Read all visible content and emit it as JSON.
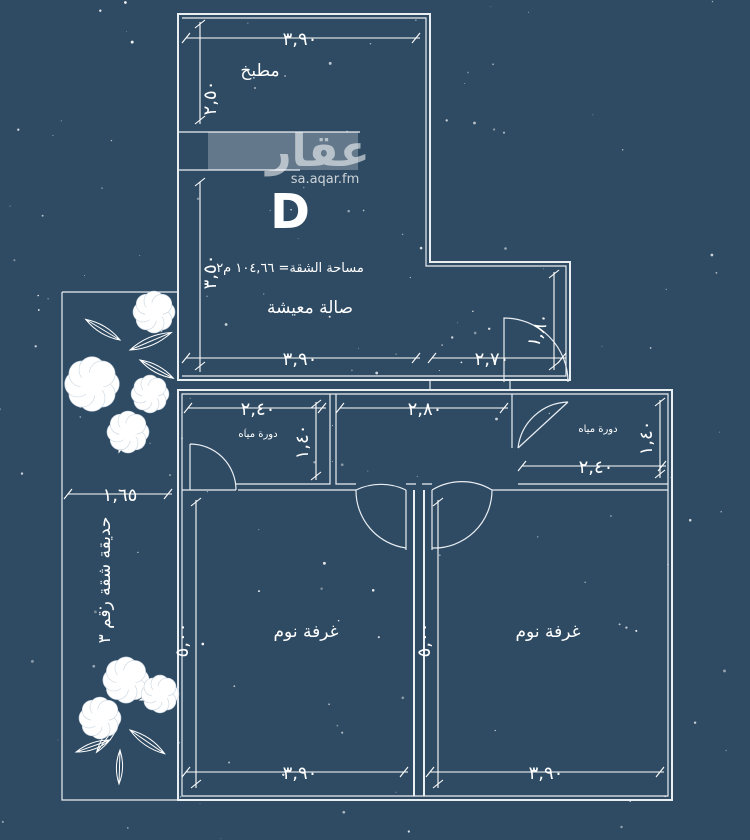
{
  "plan": {
    "unit_label": "D",
    "watermark": {
      "name": "عقار",
      "url": "sa.aqar.fm"
    },
    "area_note": "مساحة الشقة= ١٠٤,٦٦ م٢",
    "rooms": {
      "kitchen": "مطبخ",
      "living": "صالة معيشة",
      "bath_left": "دورة مياه",
      "bath_right": "دورة مياه",
      "bedroom_left": "غرفة نوم",
      "bedroom_right": "غرفة نوم",
      "garden": "حديقة شقة رقم ٣"
    },
    "dimensions": {
      "top_width": "٣,٩٠",
      "kitchen_depth": "٢,٥٠",
      "living_depth": "٣,٥٠",
      "living_width": "٣,٩٠",
      "entry_width": "٢,٧٠",
      "entry_depth": "١,٨٠",
      "bath_left_width": "٢,٤٠",
      "bath_left_depth": "١,٤٠",
      "corridor_width": "٢,٨٠",
      "bath_right_width": "٢,٤٠",
      "bath_right_depth": "١,٤٠",
      "garden_width": "١,٦٥",
      "bedroom_left_depth": "٥,٠٠",
      "bedroom_right_depth": "٥,٠٠",
      "bedroom_left_width": "٣,٩٠",
      "bedroom_right_width": "٣,٩٠"
    }
  },
  "colors": {
    "background": "#2f4b63",
    "lines": "#e9eef3"
  },
  "icons": [
    "flower-cluster-icon"
  ]
}
